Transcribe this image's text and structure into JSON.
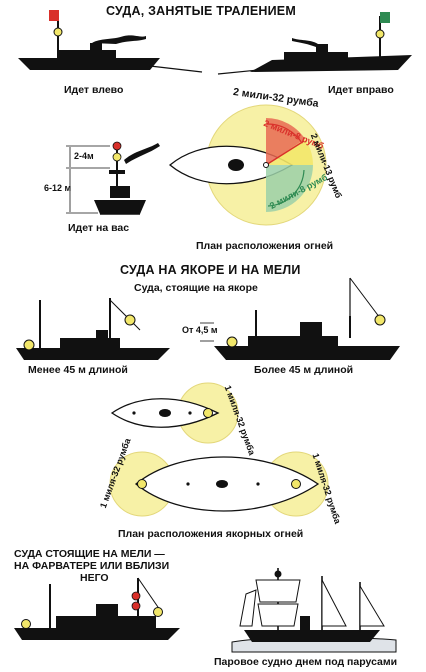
{
  "sections": {
    "trawling": {
      "title": "СУДА, ЗАНЯТЫЕ ТРАЛЕНИЕМ",
      "left_caption": "Идет влево",
      "right_caption": "Идет вправо",
      "front_caption": "Идет на вас",
      "dim_top": "2-4м",
      "dim_side": "6-12 м",
      "plan_caption": "План расположения огней",
      "arc_top": "2 мили-32 румба",
      "arc_red": "2 мили-8 румб",
      "arc_right": "2 мили-13 румб",
      "arc_bottom": "2 мили-8 румб"
    },
    "anchor": {
      "title": "СУДА НА ЯКОРЕ И НА МЕЛИ",
      "subtitle": "Суда, стоящие на якоре",
      "short_caption": "Менее 45 м длиной",
      "long_caption": "Более 45 м длиной",
      "height_label": "От 4,5 м",
      "range_upper": "1 миля-32 румба",
      "range_left": "1 миля-32 румба",
      "range_right": "1 миля-32 румба",
      "plan_caption": "План расположения якорных огней"
    },
    "aground": {
      "title_line1": "СУДА СТОЯЩИЕ НА МЕЛИ —",
      "title_line2": "НА ФАРВАТЕРЕ ИЛИ ВБЛИЗИ",
      "title_line3": "НЕГО"
    },
    "sail": {
      "caption": "Паровое судно днем под парусами"
    }
  },
  "colors": {
    "ink": "#111111",
    "red": "#d9302a",
    "green": "#2e8a52",
    "yellow": "#f2e76a",
    "halo": "#f7f1a6"
  }
}
